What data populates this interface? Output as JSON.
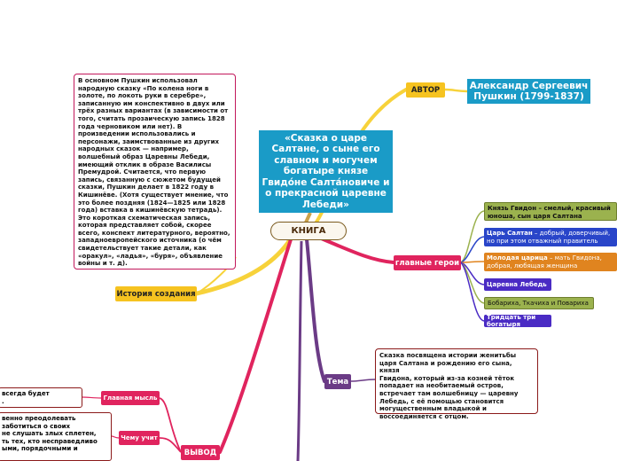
{
  "title": "«Сказка о царе Салтане, о сыне его славном и могучем богатыре князе Гвидо́не Салта́новиче и о прекрасной царевне Лебеди»",
  "center": "КНИГА",
  "author_label": "АВТОР",
  "author_name": "Александр Сергеевич Пушкин (1799-1837)",
  "history_label": "История создания",
  "history_text": "В основном Пушкин использовал народную сказку «По колена ноги в золоте, по локоть руки в серебре», записанную им конспективно в двух или трёх разных вариантах (в зависимости от того, считать прозаическую запись 1828 года черновиком или нет). В произведении использовались и персонажи, заимствованные из других народных сказок — например, волшебный образ Царевны Лебеди, имеющий отклик в образе Василисы Премудрой. Считается, что первую запись, связанную с сюжетом будущей сказки, Пушкин делает в 1822 году в Кишинёве. (Хотя существует мнение, что это более поздняя (1824—1825 или 1828 года) вставка в кишинёвскую тетрадь). Это короткая схематическая запись, которая представляет собой, скорее всего, конспект литературного, вероятно, западноевропейского источника (о чём свидетельствует такие детали, как «оракул», «ладья», «буря», объявление войны и т. д).",
  "heroes_label": "главные герои",
  "heroes": [
    {
      "name": "Князь Гвидон – смелый, красивый юноша, сын царя Салтана",
      "desc": ""
    },
    {
      "name": "Царь Салтан",
      "desc": " – добрый, доверчивый, но при этом отважный правитель"
    },
    {
      "name": "Молодая царица",
      "desc": " – мать Гвидона, добрая, любящая женщина"
    },
    {
      "name": "Царевна Лебедь",
      "desc": ""
    },
    {
      "name": "Бобариха, Ткачиха и Повариха",
      "desc": ""
    },
    {
      "name": "Тридцать три богатыря",
      "desc": ""
    }
  ],
  "theme_label": "Тема",
  "theme_lines": [
    "Сказка посвящена истории женитьбы",
    "царя Салтана и рождению его сына, князя",
    "Гвидона, который из-за козней тёток",
    "попадает на необитаемый остров,",
    "встречает там волшебницу — царевну",
    "Лебедь, с её помощью становится",
    "могущественным владыкой и",
    "воссоединяется с отцом."
  ],
  "conclusion_label": "ВЫВОД",
  "main_idea_label": "Главная мысль",
  "main_idea_lines": [
    "всегда будет",
    "."
  ],
  "teaches_label": "Чему учит",
  "teaches_lines": [
    "венно преодолевать",
    "заботиться о своих",
    "не слушать злых сплетен,",
    "ть тех, кто несправедливо",
    "ыми, порядочными и",
    ""
  ],
  "colors": {
    "title_bg": "#1a9bc7",
    "author_label_bg": "#f6c320",
    "heroes_bg": "#e0245e",
    "theme_bg": "#6b3b86",
    "branch_yellow": "#f7d23a",
    "branch_pink": "#e0245e",
    "branch_purple": "#6b3b86",
    "branch_green": "#9bb24e"
  }
}
